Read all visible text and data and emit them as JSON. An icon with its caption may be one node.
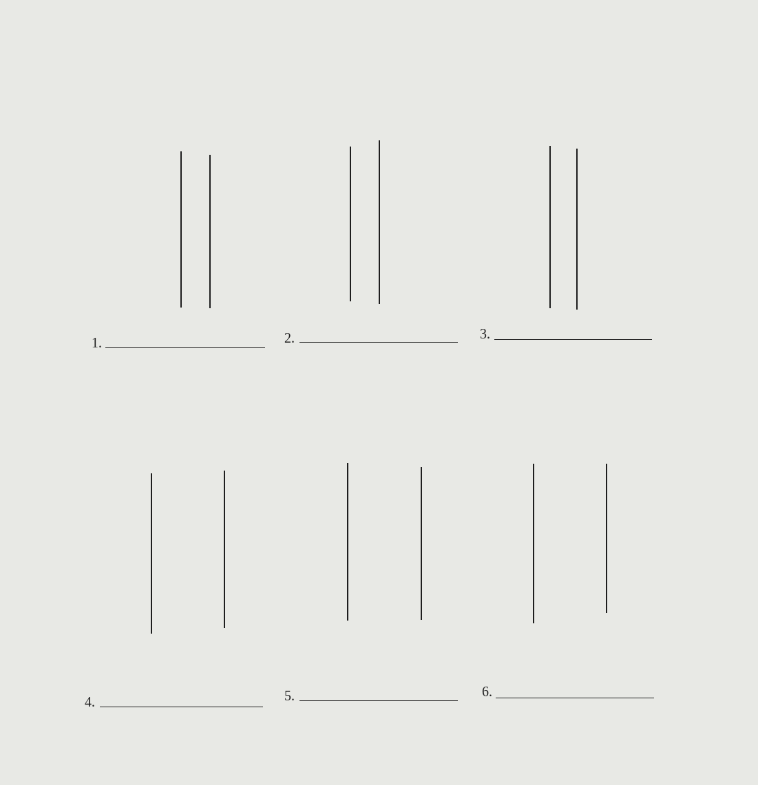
{
  "diagram": {
    "labels": [
      "1.",
      "2.",
      "3.",
      "4.",
      "5.",
      "6."
    ]
  }
}
